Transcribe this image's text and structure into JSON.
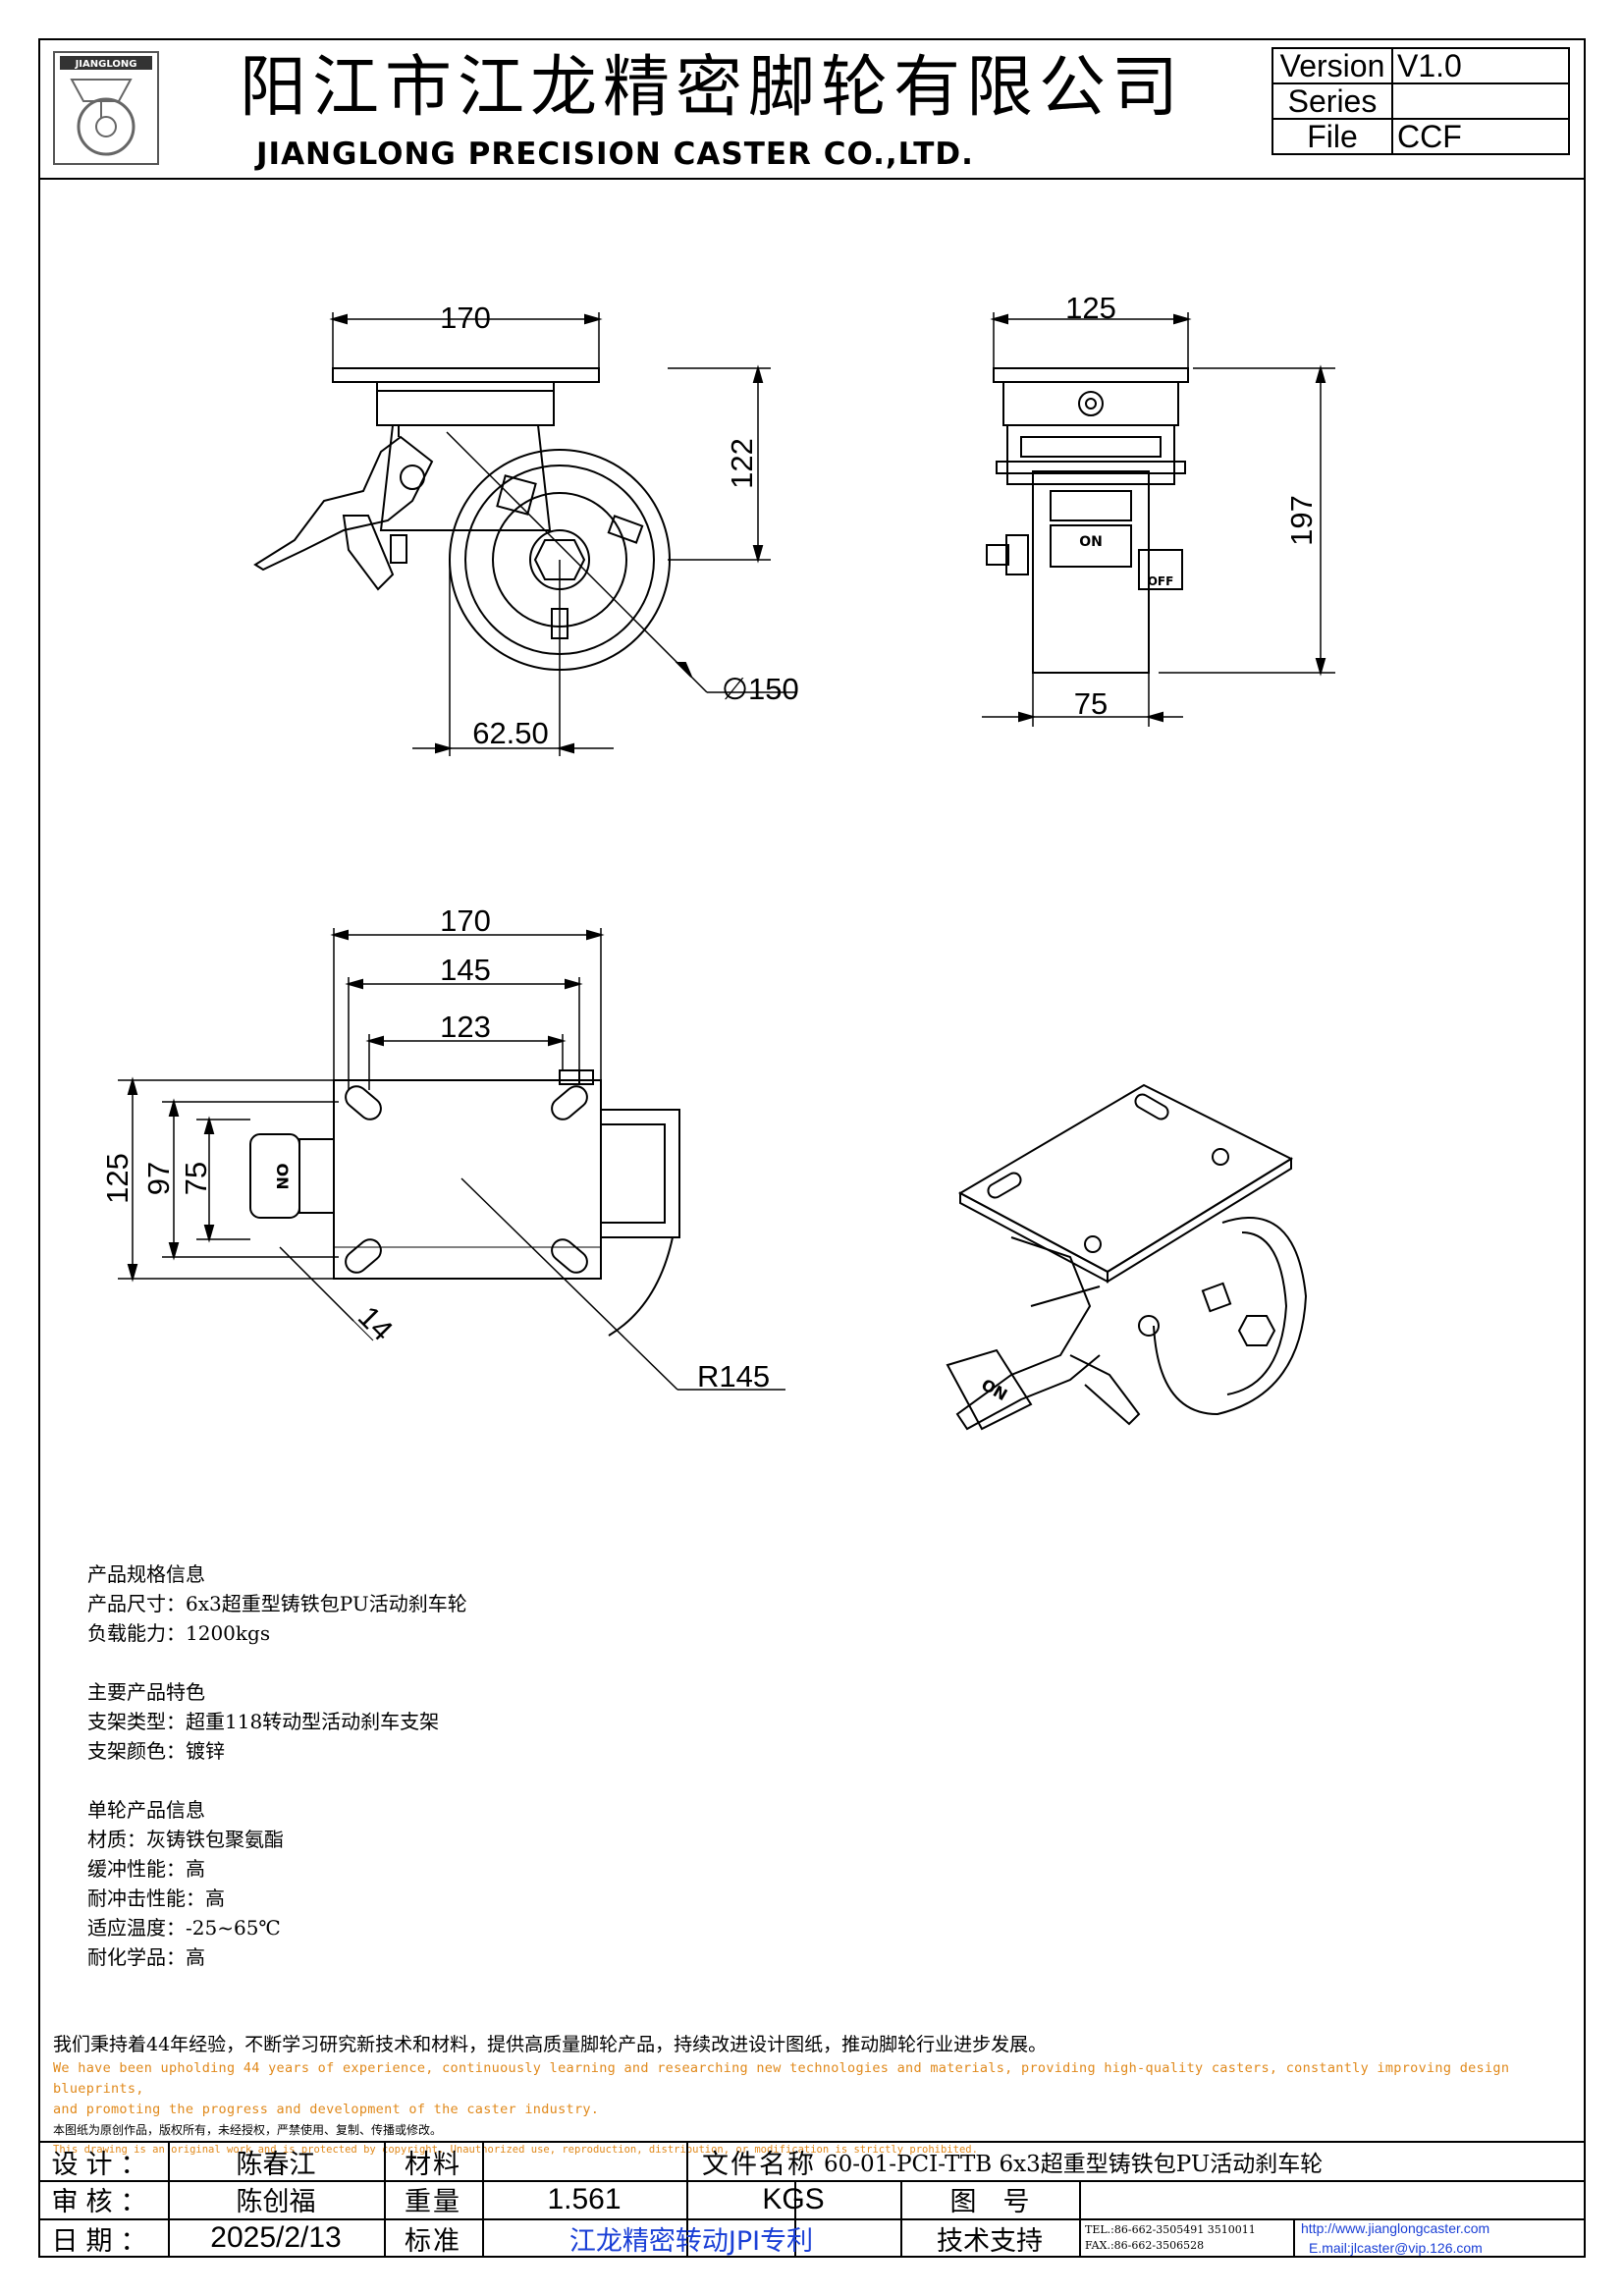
{
  "header": {
    "logo_text": "JIANGLONG",
    "company_cn": "阳江市江龙精密脚轮有限公司",
    "company_en": "JIANGLONG PRECISION CASTER CO.,LTD.",
    "version_label": "Version",
    "version_value": "V1.0",
    "series_label": "Series",
    "series_value": "",
    "file_label": "File",
    "file_value": "CCF"
  },
  "dimensions": {
    "side_top_width": "170",
    "side_height": "122",
    "side_diameter": "∅150",
    "side_offset": "62.50",
    "front_top_width": "125",
    "front_height": "197",
    "front_wheel_width": "75",
    "plan_w1": "170",
    "plan_w2": "145",
    "plan_w3": "123",
    "plan_h1": "125",
    "plan_h2": "97",
    "plan_h3": "75",
    "plan_slot": "14",
    "plan_radius": "R145",
    "label_on": "ON",
    "label_off": "OFF"
  },
  "specs": {
    "s1_title": "产品规格信息",
    "s1_l1": "产品尺寸：6x3超重型铸铁包PU活动刹车轮",
    "s1_l2": "负载能力：1200kgs",
    "s2_title": "主要产品特色",
    "s2_l1": "支架类型：超重118转动型活动刹车支架",
    "s2_l2": "支架颜色：镀锌",
    "s3_title": "单轮产品信息",
    "s3_l1": "材质：灰铸铁包聚氨酯",
    "s3_l2": "缓冲性能：高",
    "s3_l3": "耐冲击性能：高",
    "s3_l4": "适应温度：-25~65℃",
    "s3_l5": "耐化学品：高"
  },
  "notes": {
    "cn": "我们秉持着44年经验，不断学习研究新技术和材料，提供高质量脚轮产品，持续改进设计图纸，推动脚轮行业进步发展。",
    "en1": "We have been upholding 44 years of experience, continuously learning and researching new technologies and materials, providing high-quality casters, constantly improving design blueprints,",
    "en2": "and promoting the progress and development of the caster industry.",
    "cn2": "本图纸为原创作品，版权所有，未经授权，严禁使用、复制、传播或修改。",
    "en3": "This drawing is an original work and is protected by copyright. Unauthorized use, reproduction, distribution, or modification is strictly prohibited."
  },
  "footer": {
    "design_label": "设计：",
    "design_value": "陈春江",
    "material_label": "材料",
    "material_value": "",
    "filename_label": "文件名称",
    "filename_value": "60-01-PCI-TTB 6x3超重型铸铁包PU活动刹车轮",
    "review_label": "审核：",
    "review_value": "陈创福",
    "weight_label": "重量",
    "weight_value": "1.561",
    "weight_unit": "KGS",
    "drawing_no_label": "图　号",
    "drawing_no_value": "",
    "date_label": "日期：",
    "date_value": "2025/2/13",
    "standard_label": "标准",
    "standard_value": "江龙精密转动JPI专利",
    "support_label": "技术支持",
    "tel": "TEL.:86-662-3505491 3510011",
    "fax": "FAX.:86-662-3506528",
    "web": "http://www.jianglongcaster.com",
    "email": "E.mail:jlcaster@vip.126.com"
  }
}
